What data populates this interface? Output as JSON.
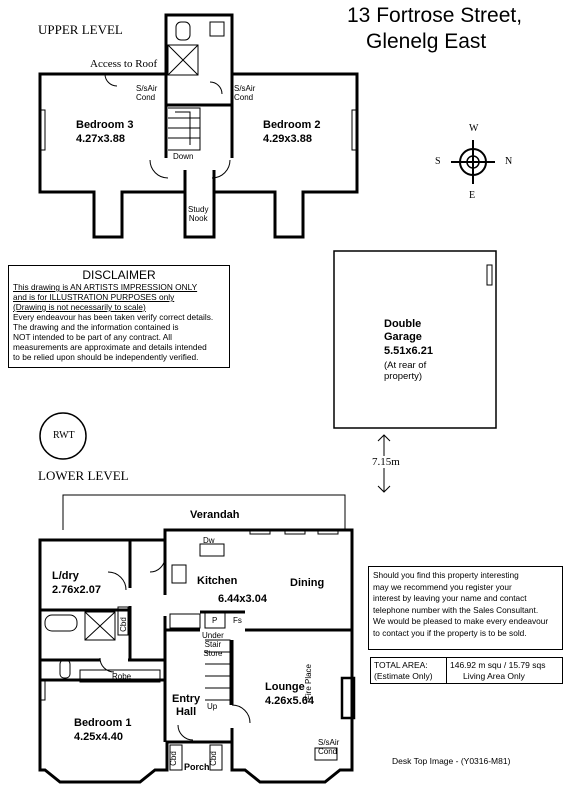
{
  "address": {
    "line1": "13 Fortrose Street,",
    "line2": "Glenelg East"
  },
  "upper": {
    "heading": "UPPER LEVEL",
    "access_roof": "Access to Roof",
    "ac_left": "S/sAir\nCond",
    "ac_right": "S/sAir\nCond",
    "bed3_name": "Bedroom 3",
    "bed3_dim": "4.27x3.88",
    "bed2_name": "Bedroom 2",
    "bed2_dim": "4.29x3.88",
    "down": "Down",
    "study": "Study\nNook"
  },
  "compass": {
    "n": "N",
    "s": "S",
    "e": "E",
    "w": "W"
  },
  "disclaimer": {
    "title": "DISCLAIMER",
    "lines": [
      "This drawing is AN ARTISTS IMPRESSION ONLY",
      "and is for ILLUSTRATION PURPOSES only",
      "(Drawing is not necessarily to scale)",
      "Every endeavour has been taken verify correct details.",
      "The drawing and the information contained is",
      "NOT intended to be part of any contract.  All",
      "measurements are approximate and details intended",
      "to be relied upon should be independently verified."
    ]
  },
  "garage": {
    "name": "Double\nGarage",
    "dim": "5.51x6.21",
    "note": "(At rear of\nproperty)",
    "distance": "7.15m"
  },
  "rwt": "RWT",
  "lower": {
    "heading": "LOWER LEVEL",
    "verandah": "Verandah",
    "dw": "Dw",
    "laundry_name": "L/dry",
    "laundry_dim": "2.76x2.07",
    "kitchen_name": "Kitchen",
    "kitchen_dim": "6.44x3.04",
    "dining": "Dining",
    "cbd1": "Cbd",
    "p": "P",
    "fs": "Fs",
    "under_stair": "Under\nStair\nStore",
    "robe": "Robe",
    "entry": "Entry\nHall",
    "up": "Up",
    "lounge_name": "Lounge",
    "lounge_dim": "4.26x5.64",
    "fireplace": "Fire Place",
    "ac": "S/sAir\nCond",
    "bed1_name": "Bedroom 1",
    "bed1_dim": "4.25x4.40",
    "cbd2": "Cbd",
    "cbd3": "Cbd",
    "porch": "Porch"
  },
  "info": "Should you find this property interesting\nmay we recommend you register your\ninterest by leaving your name and contact\ntelephone number with the Sales Consultant.\nWe would be pleased to make every endeavour\nto contact you if the property is to be sold.",
  "area": {
    "label": "TOTAL AREA:\n(Estimate Only)",
    "value": "146.92 m squ /  15.79 sqs",
    "note": "Living Area Only"
  },
  "footer": "Desk Top Image - (Y0316-M81)"
}
